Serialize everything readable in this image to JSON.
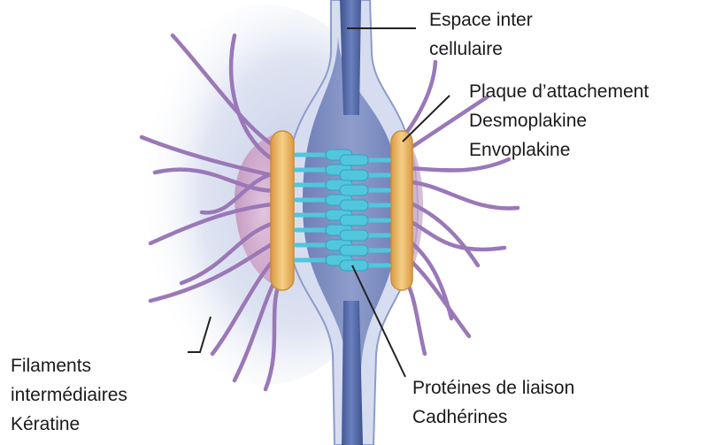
{
  "labels": {
    "intercellular_space": [
      "Espace inter",
      "cellulaire"
    ],
    "attachment_plaque": [
      "Plaque d’attachement",
      "Desmoplakine",
      "Envoplakine"
    ],
    "intermediate_filaments": [
      "Filaments",
      "intermédiaires",
      "Kératine"
    ],
    "linker_proteins": [
      "Protéines de liaison",
      "Cadhérines"
    ]
  },
  "colors": {
    "membrane_outer": "#c8d2ea",
    "membrane_inner": "#5f73ad",
    "channel": "#4a5d9a",
    "plaque": "#e9b86a",
    "plaque_edge": "#c98f38",
    "filament": "#9a78b8",
    "cadherin": "#52c6dc",
    "cadherin_dark": "#2ea3bd",
    "cell_pink": "#d9b2d1",
    "leader_line": "#222222"
  }
}
